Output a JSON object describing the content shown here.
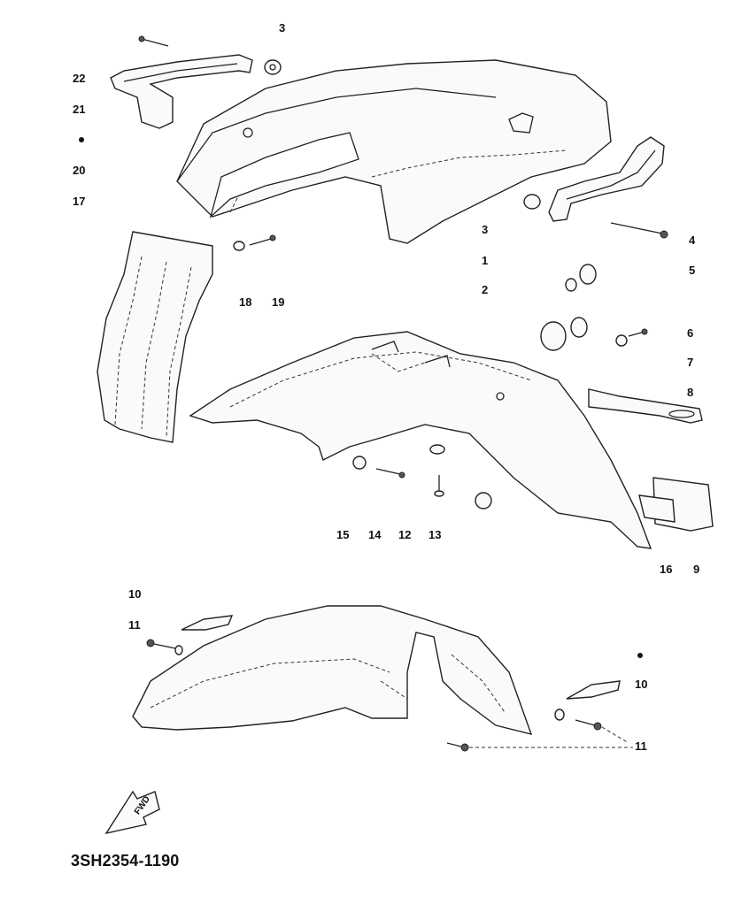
{
  "diagram": {
    "part_code": "3SH2354-1190",
    "arrow_label": "FWD",
    "labels": {
      "l3_top": "3",
      "l22": "22",
      "l21": "21",
      "l20": "20",
      "l17": "17",
      "l3_mid": "3",
      "l4": "4",
      "l1": "1",
      "l5": "5",
      "l2": "2",
      "l18": "18",
      "l19": "19",
      "l6": "6",
      "l7": "7",
      "l8": "8",
      "l15": "15",
      "l14": "14",
      "l12": "12",
      "l13": "13",
      "l16": "16",
      "l9": "9",
      "l10_left": "10",
      "l11_left": "11",
      "l10_right": "10",
      "l11_right": "11"
    }
  }
}
